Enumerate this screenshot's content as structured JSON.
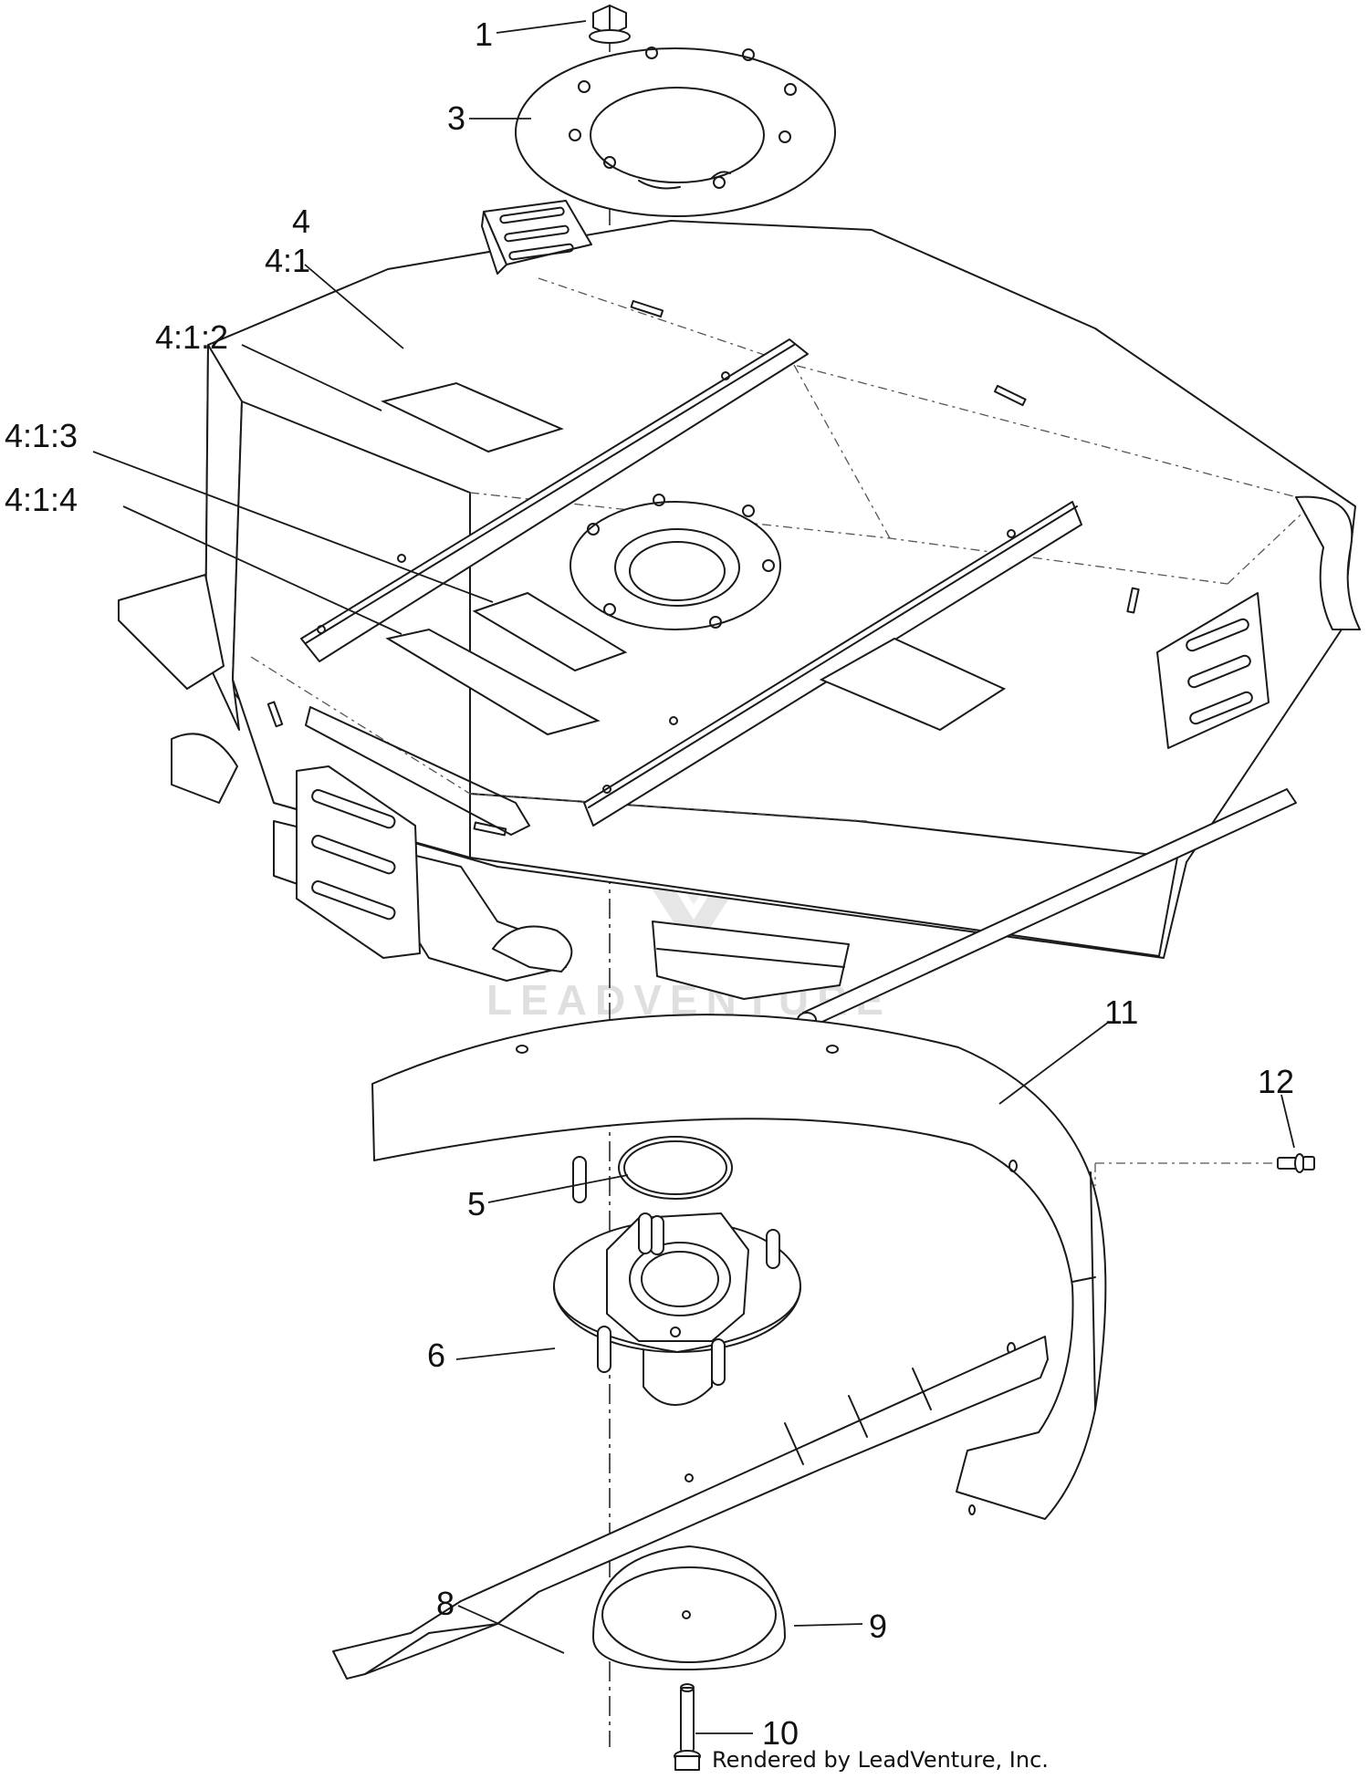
{
  "callouts": {
    "p1": "1",
    "p3": "3",
    "p4": "4",
    "p4_1": "4:1",
    "p4_1_2": "4:1:2",
    "p4_1_3": "4:1:3",
    "p4_1_4": "4:1:4",
    "p5": "5",
    "p6": "6",
    "p8": "8",
    "p9": "9",
    "p10": "10",
    "p11": "11",
    "p12": "12"
  },
  "footer": {
    "credit": "Rendered by LeadVenture, Inc."
  },
  "watermark": {
    "text": "LEADVENTURE"
  }
}
